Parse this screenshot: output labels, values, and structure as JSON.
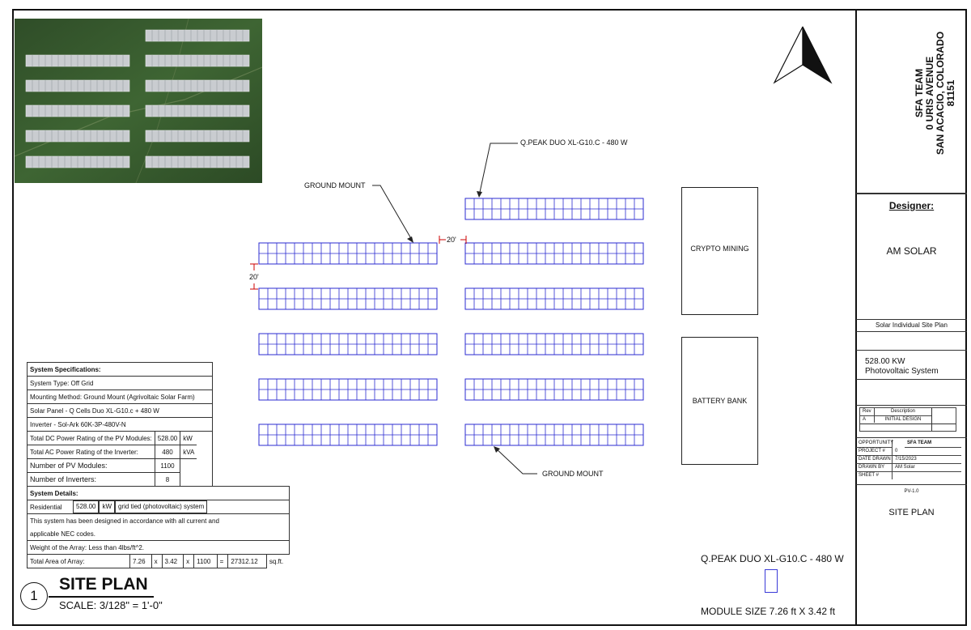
{
  "aerial": {
    "label": "aerial-site-photo"
  },
  "labels": {
    "module_top": "Q.PEAK DUO XL-G10.C - 480 W",
    "ground_mount_top": "GROUND MOUNT",
    "ground_mount_bottom": "GROUND MOUNT",
    "spacing_h": "20'",
    "spacing_v": "20'"
  },
  "buildings": {
    "crypto": "CRYPTO MINING",
    "battery": "BATTERY BANK"
  },
  "specs": {
    "header": "System Specifications:",
    "system_type": "System Type: Off Grid",
    "mounting": "Mounting Method: Ground Mount (Agrivoltaic Solar Farm)",
    "panel": "Solar Panel - Q Cells Duo XL-G10.c + 480 W",
    "inverter": "Inverter - Sol-Ark 60K-3P-480V-N",
    "dc_label": "Total DC Power Rating of the PV Modules:",
    "dc_value": "528.00",
    "dc_unit": "kW",
    "ac_label": "Total AC Power Rating of the Inverter:",
    "ac_value": "480",
    "ac_unit": "kVA",
    "modules_label": "Number of PV Modules:",
    "modules_value": "1100",
    "inverters_label": "Number of Inverters:",
    "inverters_value": "8"
  },
  "details": {
    "header": "System Details:",
    "res_label": "Residential",
    "res_value": "528.00",
    "res_unit": "kW",
    "res_desc": "grid tied (photovoltaic) system",
    "note1": "This system has been designed in accordance with all current and",
    "note2": "applicable NEC codes.",
    "weight": "Weight of the Array: Less than 4lbs/ft^2.",
    "area_label": "Total Area of Array:",
    "area_a": "7.26",
    "x1": "x",
    "area_b": "3.42",
    "x2": "x",
    "area_c": "1100",
    "eq": "=",
    "area_total": "27312.12",
    "area_unit": "sq.ft."
  },
  "title": {
    "number": "1",
    "name": "SITE PLAN",
    "scale": "SCALE: 3/128\" = 1'-0\""
  },
  "legend": {
    "module": "Q.PEAK DUO XL-G10.C - 480 W",
    "size": "MODULE SIZE 7.26 ft X 3.42 ft"
  },
  "title_block": {
    "address_line1": "SFA TEAM",
    "address_line2": "0 URIS AVENUE",
    "address_line3": "SAN ACACIO, COLORADO",
    "address_line4": "81151",
    "designer_label": "Designer:",
    "designer": "AM SOLAR",
    "plan_name": "Solar Individual Site Plan",
    "system_size1": "528.00 KW",
    "system_size2": "Photovoltaic System",
    "rev_header": "Rev",
    "desc_header": "Description",
    "rev_a": "A",
    "rev_a_desc": "INITIAL DESIGN",
    "opportunity_label": "OPPORTUNITY",
    "opportunity": "SFA TEAM",
    "project_label": "PROJECT #",
    "project": "0",
    "date_label": "DATE DRAWN",
    "date": "7/15/2023",
    "drawn_label": "DRAWN BY",
    "drawn": "AM Solar",
    "sheet_label": "SHEET #",
    "sheet_code": "PV-1.0",
    "sheet_title": "SITE PLAN"
  }
}
